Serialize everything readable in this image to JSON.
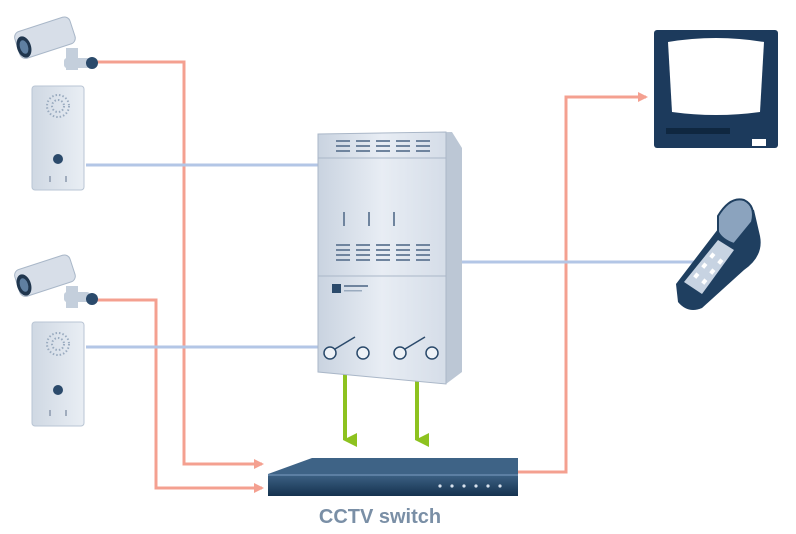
{
  "caption": "CCTV switch",
  "colors": {
    "video_line": "#f4a090",
    "data_line": "#b3c6e6",
    "relay_arrow": "#8dc21f",
    "switch_body": "#1f3f60",
    "monitor_body": "#1c3a5c",
    "server_body": "#dfe5ee"
  },
  "devices": [
    {
      "name": "camera-1",
      "icon": "cctv-camera-icon"
    },
    {
      "name": "intercom-1",
      "icon": "door-intercom-icon"
    },
    {
      "name": "camera-2",
      "icon": "cctv-camera-icon"
    },
    {
      "name": "intercom-2",
      "icon": "door-intercom-icon"
    },
    {
      "name": "intercom-server",
      "icon": "server-cabinet-icon"
    },
    {
      "name": "cctv-switch",
      "icon": "video-switch-icon"
    },
    {
      "name": "monitor",
      "icon": "monitor-icon"
    },
    {
      "name": "phone",
      "icon": "desk-phone-icon"
    }
  ]
}
